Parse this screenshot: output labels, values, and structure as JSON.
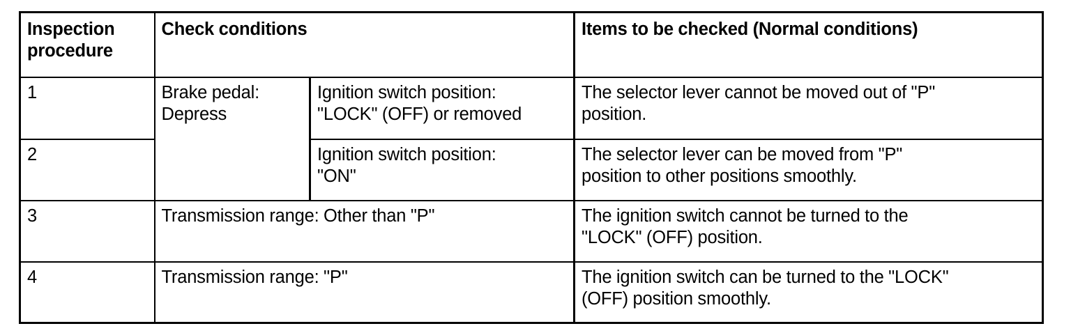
{
  "document": {
    "type": "inspection-procedure-table",
    "title_row": {
      "col_inspection_procedure": "Inspection procedure",
      "col_inspection_procedure_line1": "Inspection",
      "col_inspection_procedure_line2": "procedure",
      "col_check_conditions": "Check conditions",
      "col_items_to_be_checked": "Items to be checked (Normal conditions)"
    },
    "rows": [
      {
        "procedure": "1",
        "condition_a": "Brake pedal: Depress",
        "condition_a_line1": "Brake pedal:",
        "condition_a_line2": "Depress",
        "condition_b": "Ignition switch position: \"LOCK\" (OFF) or removed",
        "condition_b_line1": "Ignition switch position:",
        "condition_b_line2": "\"LOCK\" (OFF) or removed",
        "items": "The selector lever cannot be moved out of \"P\" position.",
        "items_line1": "The selector lever cannot be moved out of \"P\"",
        "items_line2": "position."
      },
      {
        "procedure": "2",
        "condition_a": "",
        "condition_b": "Ignition switch position: \"ON\"",
        "condition_b_line1": "Ignition switch position:",
        "condition_b_line2": "\"ON\"",
        "items": "The selector lever can be moved from \"P\" position to other positions smoothly.",
        "items_line1": "The selector lever can be moved from \"P\"",
        "items_line2": "position to other positions smoothly."
      },
      {
        "procedure": "3",
        "condition_full": "Transmission range: Other than \"P\"",
        "items": "The ignition switch cannot be turned to the \"LOCK\" (OFF) position.",
        "items_line1": "The ignition switch cannot be turned to the",
        "items_line2": "\"LOCK\" (OFF) position."
      },
      {
        "procedure": "4",
        "condition_full": "Transmission range: \"P\"",
        "items": "The ignition switch can be turned to the \"LOCK\" (OFF) position smoothly.",
        "items_line1": "The ignition switch can be turned to the \"LOCK\"",
        "items_line2": "(OFF) position smoothly."
      }
    ]
  },
  "colors": {
    "text": "#000000",
    "background": "#ffffff",
    "border": "#000000"
  }
}
